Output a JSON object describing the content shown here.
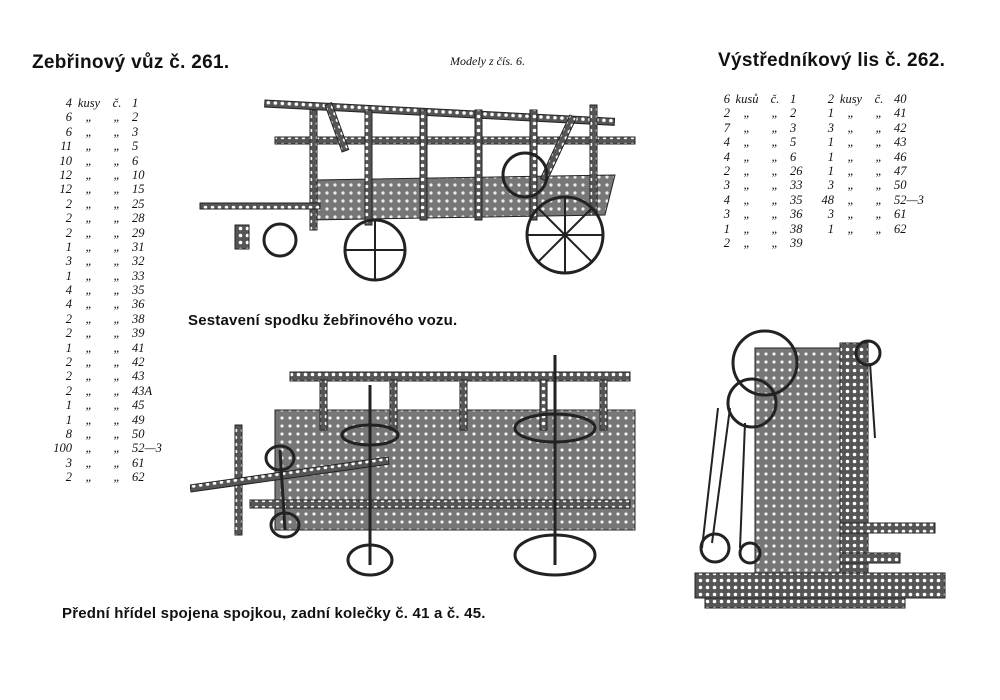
{
  "left_title": "Zebřinový vůz č. 261.",
  "header_center": "Modely z čís. 6.",
  "right_title": "Výstředníkový lis č. 262.",
  "caption_middle": "Sestavení spodku žebřinového vozu.",
  "caption_bottom": "Přední hřídel spojena spojkou, zadní kolečky č. 41 a č. 45.",
  "ditto": "„",
  "left_parts": {
    "header": {
      "qty": "4",
      "unit": "kusy",
      "no": "č.",
      "part": "1"
    },
    "rows": [
      [
        "6",
        "2"
      ],
      [
        "6",
        "3"
      ],
      [
        "11",
        "5"
      ],
      [
        "10",
        "6"
      ],
      [
        "12",
        "10"
      ],
      [
        "12",
        "15"
      ],
      [
        "2",
        "25"
      ],
      [
        "2",
        "28"
      ],
      [
        "2",
        "29"
      ],
      [
        "1",
        "31"
      ],
      [
        "3",
        "32"
      ],
      [
        "1",
        "33"
      ],
      [
        "4",
        "35"
      ],
      [
        "4",
        "36"
      ],
      [
        "2",
        "38"
      ],
      [
        "2",
        "39"
      ],
      [
        "1",
        "41"
      ],
      [
        "2",
        "42"
      ],
      [
        "2",
        "43"
      ],
      [
        "2",
        "43A"
      ],
      [
        "1",
        "45"
      ],
      [
        "1",
        "49"
      ],
      [
        "8",
        "50"
      ],
      [
        "100",
        "52—3"
      ],
      [
        "3",
        "61"
      ],
      [
        "2",
        "62"
      ]
    ]
  },
  "right_parts_a": {
    "header": {
      "qty": "6",
      "unit": "kusů",
      "no": "č.",
      "part": "1"
    },
    "rows": [
      [
        "2",
        "2"
      ],
      [
        "7",
        "3"
      ],
      [
        "4",
        "5"
      ],
      [
        "4",
        "6"
      ],
      [
        "2",
        "26"
      ],
      [
        "3",
        "33"
      ],
      [
        "4",
        "35"
      ],
      [
        "3",
        "36"
      ],
      [
        "1",
        "38"
      ],
      [
        "2",
        "39"
      ]
    ]
  },
  "right_parts_b": {
    "header": {
      "qty": "2",
      "unit": "kusy",
      "no": "č.",
      "part": "40"
    },
    "rows": [
      [
        "1",
        "41"
      ],
      [
        "3",
        "42"
      ],
      [
        "1",
        "43"
      ],
      [
        "1",
        "46"
      ],
      [
        "1",
        "47"
      ],
      [
        "3",
        "50"
      ],
      [
        "48",
        "52—3"
      ],
      [
        "3",
        "61"
      ],
      [
        "1",
        "62"
      ]
    ]
  }
}
